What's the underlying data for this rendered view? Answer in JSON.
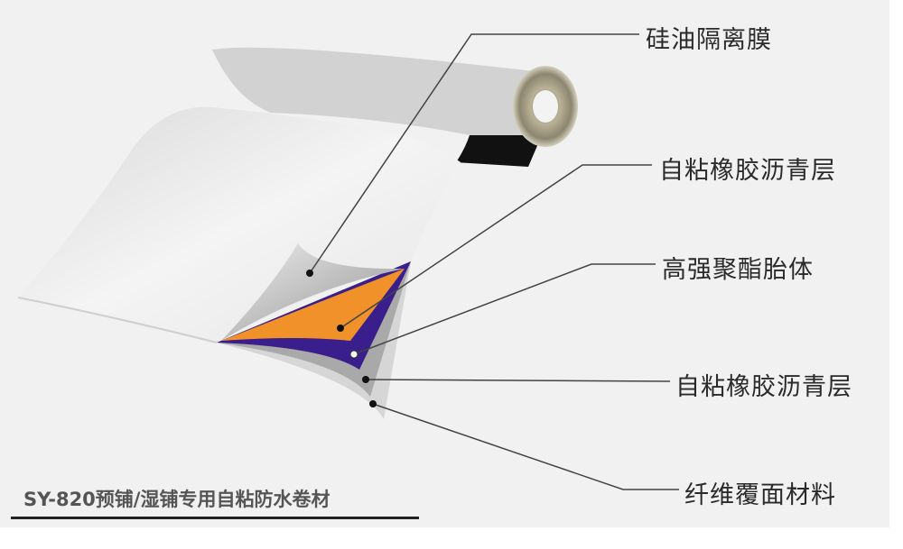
{
  "product_title": "SY-820预铺/湿铺专用自粘防水卷材",
  "layers": [
    {
      "label": "硅油隔离膜",
      "color": "#c8c8c8"
    },
    {
      "label": "自粘橡胶沥青层",
      "color": "#f0912a"
    },
    {
      "label": "高强聚酯胎体",
      "color": "#3a1e8c"
    },
    {
      "label": "自粘橡胶沥青层",
      "color": "#b8b8b8"
    },
    {
      "label": "纤维覆面材料",
      "color": "#d8d8d8"
    }
  ]
}
